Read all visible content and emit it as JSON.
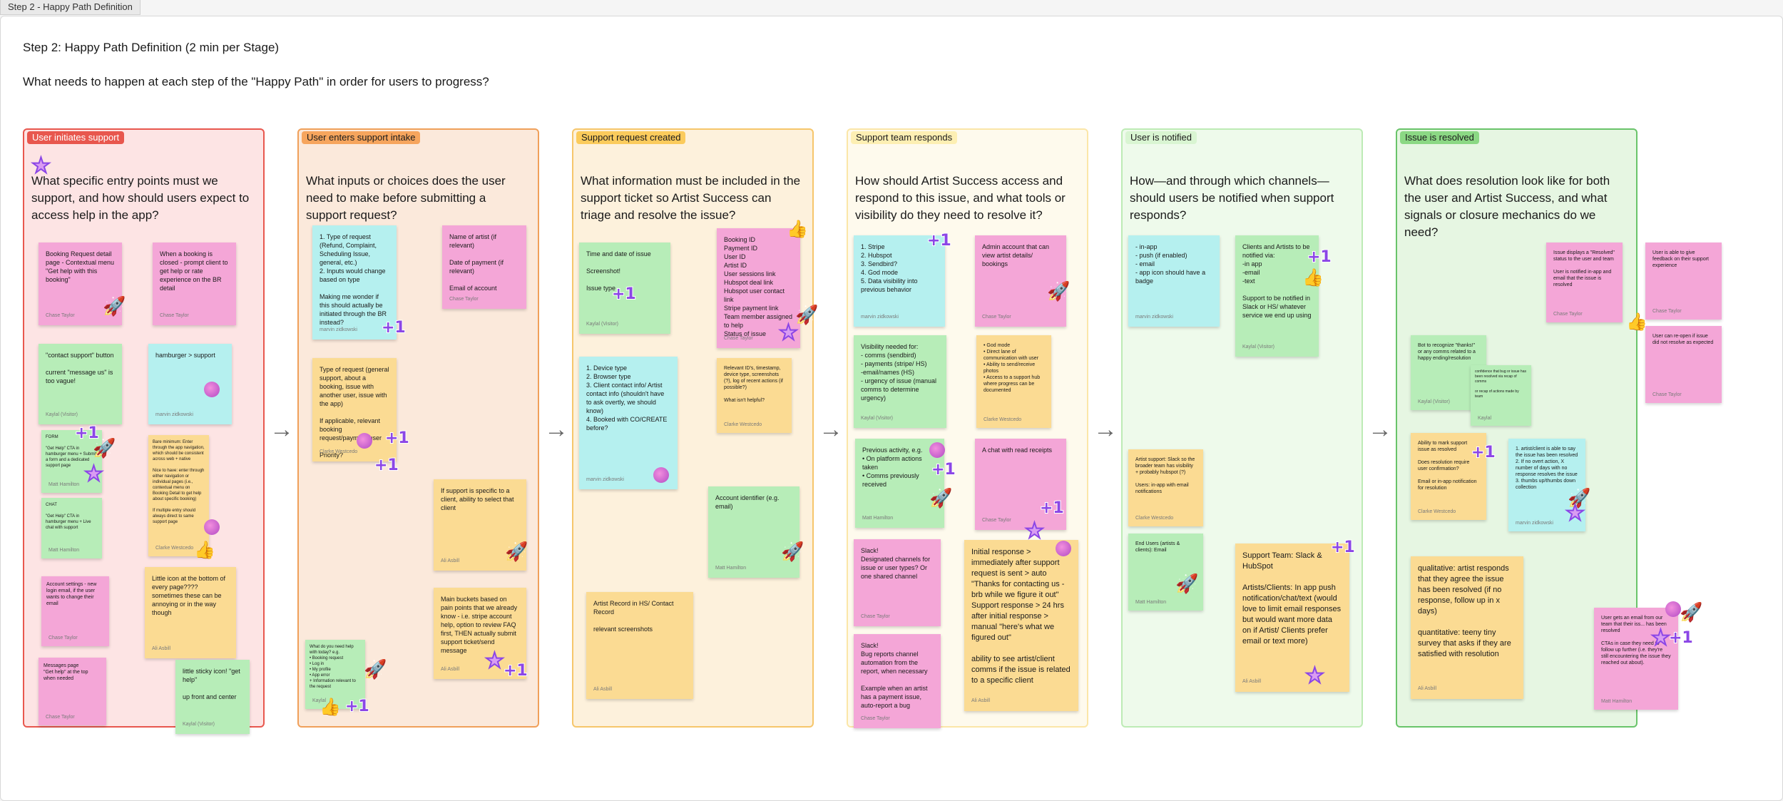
{
  "frame_tab": "Step 2 - Happy Path Definition",
  "title": "Step 2: Happy Path Definition (2 min per Stage)",
  "subtitle": "What needs to happen at each step of the \"Happy Path\" in order for users to progress?",
  "arrow_glyph": "→",
  "reaction_glyphs": {
    "plus": "+1",
    "star": "★",
    "thumb": "👍",
    "rocket": "🚀"
  },
  "colors": {
    "sticky_pink": "#f4a6d7",
    "sticky_green": "#b7edb8",
    "sticky_cyan": "#b5f0ef",
    "sticky_yellow": "#fbdb93"
  },
  "sections": [
    {
      "label": "User initiates support",
      "question": "What specific entry points must we support, and how should users expect to access help in the app?",
      "bg": "#fde4e4",
      "border": "#e8574e",
      "label_bg": "#e8574e",
      "label_color": "#ffffff"
    },
    {
      "label": "User enters support intake",
      "question": "What inputs or choices does the user need to make before submitting a support request?",
      "bg": "#fbe9db",
      "border": "#f0a05a",
      "label_bg": "#f6a55d",
      "label_color": "#1a1a1a"
    },
    {
      "label": "Support request created",
      "question": "What information must be included in the support ticket so Artist Success can triage and resolve the issue?",
      "bg": "#fdf1dc",
      "border": "#f6c66b",
      "label_bg": "#fbcb5c",
      "label_color": "#1a1a1a"
    },
    {
      "label": "Support team responds",
      "question": "How should Artist Success access and respond to this issue, and what tools or visibility do they need to resolve it?",
      "bg": "#fefaed",
      "border": "#fbe6a8",
      "label_bg": "#fdefb3",
      "label_color": "#1a1a1a"
    },
    {
      "label": "User is notified",
      "question": "How—and through which channels—should users be notified when support responds?",
      "bg": "#eefaeb",
      "border": "#bdebb5",
      "label_bg": "#d9f5d2",
      "label_color": "#1a1a1a"
    },
    {
      "label": "Issue is resolved",
      "question": "What does resolution look like for both the user and Artist Success, and what signals or closure mechanics do we need?",
      "bg": "#e6f6e2",
      "border": "#69c46a",
      "label_bg": "#8bd884",
      "label_color": "#1a1a1a"
    }
  ],
  "stickies": [
    {
      "text": "Booking Request detail page - Contextual menu \"Get help with this booking\"",
      "author": "Chase Taylor"
    },
    {
      "text": "When a booking is closed - prompt client to get help or rate experience on the BR detail",
      "author": "Chase Taylor"
    },
    {
      "text": "\"contact support\" button\n\ncurrent \"message us\" is too vague!",
      "author": "Kaylal (Visitor)"
    },
    {
      "text": "hamburger > support",
      "author": "marvin zidkowski"
    },
    {
      "text": "FORM\n\n\"Get Help\" CTA in hamburger menu + Submit a form and a dedicated support page",
      "author": "Matt Hamilton"
    },
    {
      "text": "Bare minimum: Enter through the app navigation, which should be consistent across web + native\n\nNice to have: enter through either navigation or individual pages (i.e., contextual menu on Booking Detail to get help about specific booking)\n\nIf multiple entry should always direct to same support page",
      "author": "Clarke Westcedo"
    },
    {
      "text": "CHAT\n\n\"Get Help\" CTA in hamburger menu + Live chat with support",
      "author": "Matt Hamilton"
    },
    {
      "text": "Account settings - new login email, if the user wants to change their email",
      "author": "Chase Taylor"
    },
    {
      "text": "Little icon at the bottom of every page???? sometimes these can be annoying or in the way though",
      "author": "Ali Asbill"
    },
    {
      "text": "Messages page\n\"Get help\" at the top when needed",
      "author": "Chase Taylor"
    },
    {
      "text": "little sticky icon! \"get help\"\n\nup front and center",
      "author": "Kaylal (Visitor)"
    },
    {
      "text": "1. Type of request (Refund, Complaint, Scheduling Issue, general, etc.)\n2. Inputs would change based on type\n\nMaking me wonder if this should actually be initiated through the BR instead?",
      "author": "marvin zidkowski"
    },
    {
      "text": "Name of artist (if relevant)\n\nDate of payment (if relevant)\n\nEmail of account",
      "author": "Chase Taylor"
    },
    {
      "text": "Type of request (general support, about a booking, issue with another user, issue with the app)\n\nIf applicable, relevant booking request/payment/user\n\nPriority?",
      "author": "Clarke Westcedo"
    },
    {
      "text": "If support is specific to a client, ability to select that client",
      "author": "Ali Asbill"
    },
    {
      "text": "Main buckets based on pain points that we already know - i.e. stripe account help, option to review FAQ first, THEN actually submit support ticket/send message",
      "author": "Ali Asbill"
    },
    {
      "text": "What do you need help with today? e.g.\n• Booking request\n• Log in\n• My profile\n• App error\n+ Information relevant to the request",
      "author": "Kaylal"
    },
    {
      "text": "Time and date of issue\n\nScreenshot!\n\nIssue type",
      "author": "Kaylal (Visitor)"
    },
    {
      "text": "Booking ID\nPayment ID\nUser ID\nArtist ID\nUser sessions link\nHubspot deal link\nHubspot user contact link\nStripe payment link\nTeam member assigned to help\nStatus of issue",
      "author": "Chase Taylor"
    },
    {
      "text": "1. Device type\n2. Browser type\n3. Client contact info/ Artist contact info (shouldn't have to ask overtly, we should know)\n4. Booked with CO/CREATE before?",
      "author": "marvin zidkowski"
    },
    {
      "text": "Relevant ID's, timestamp, device type, screenshots (?), log of recent actions (if possible?)\n\nWhat isn't helpful?",
      "author": "Clarke Westcedo"
    },
    {
      "text": "Account identifier (e.g. email)",
      "author": "Matt Hamilton"
    },
    {
      "text": "Artist Record in HS/ Contact Record\n\nrelevant screenshots",
      "author": "Ali Asbill"
    },
    {
      "text": "1. Stripe\n2. Hubspot\n3. Sendbird?\n4. God mode\n5. Data visibility into previous behavior",
      "author": "marvin zidkowski"
    },
    {
      "text": "Admin account that can view artist details/ bookings",
      "author": "Chase Taylor"
    },
    {
      "text": "Visibility needed for:\n- comms (sendbird)\n- payments (stripe/ HS)\n-email/names (HS)\n- urgency of issue (manual comms to determine urgency)",
      "author": "Kaylal (Visitor)"
    },
    {
      "text": "• God mode\n• Direct lane of communication with user\n• Ability to send/receive photos\n• Access to a support hub where progress can be documented",
      "author": "Clarke Westcedo"
    },
    {
      "text": "Previous activity, e.g.\n• On platform actions taken\n• Comms previously received",
      "author": "Matt Hamilton"
    },
    {
      "text": "A chat with read receipts",
      "author": "Chase Taylor"
    },
    {
      "text": "Slack!\nDesignated channels for issue or user types? Or one shared channel",
      "author": "Chase Taylor"
    },
    {
      "text": "Initial response > immediately after support request is sent > auto \"Thanks for contacting us - brb while we figure it out\"\nSupport response > 24 hrs after initial response > manual \"here's what we figured out\"\n\nability to see artist/client comms if the issue is related to a specific client",
      "author": "Ali Asbill"
    },
    {
      "text": "Slack!\nBug reports channel automation from the report, when necessary\n\nExample when an artist has a payment issue, auto-report a bug",
      "author": "Chase Taylor"
    },
    {
      "text": "- in-app\n- push (if enabled)\n- email\n- app icon should have a badge",
      "author": "marvin zidkowski"
    },
    {
      "text": "Clients and Artists to be notified via:\n-in app\n-email\n-text\n\nSupport to be notified in Slack or HS/ whatever service we end up using",
      "author": "Kaylal (Visitor)"
    },
    {
      "text": "Artist support: Slack so the broader team has visibility + probably hubspot (?)\n\nUsers: in-app with email notifications",
      "author": "Clarke Westcedo"
    },
    {
      "text": "End Users (artists & clients): Email",
      "author": "Matt Hamilton"
    },
    {
      "text": "Support Team: Slack & HubSpot\n\nArtists/Clients: In app push notification/chat/text (would love to limit email responses but would want more data on if Artist/ Clients prefer email or text more)",
      "author": "Ali Asbill"
    },
    {
      "text": "Issue displays a \"Resolved\" status to the user and team\n\nUser is notified in-app and email that the issue is resolved",
      "author": "Chase Taylor"
    },
    {
      "text": "User is able to give feedback on their support experience",
      "author": "Chase Taylor"
    },
    {
      "text": "Bot to recognize \"thanks!\" or any comms related to a happy ending/resolution",
      "author": "Kaylal (Visitor)"
    },
    {
      "text": "confidence that bug or issue has been resolved via recap of comms\n\nor recap of actions made by team",
      "author": "Kaylal"
    },
    {
      "text": "User can re-open if issue did not resolve as expected",
      "author": "Chase Taylor"
    },
    {
      "text": "Ability to mark support issue as resolved\n\nDoes resolution require user confirmation?\n\nEmail or in-app notification for resolution",
      "author": "Clarke Westcedo"
    },
    {
      "text": "1. artist/client is able to say the issue has been resolved\n2. If no overt action, X number of days with no response resolves the issue\n3. thumbs up/thumbs down collection",
      "author": "marvin zidkowski"
    },
    {
      "text": "qualitative: artist responds that they agree the issue has been resolved (if no response, follow up in x days)\n\nquantitative: teeny tiny survey that asks if they are satisfied with resolution",
      "author": "Ali Asbill"
    },
    {
      "text": "User gets an email from our team that their iss... has been resolved\n\nCTAs in case they need to follow up further (i.e. they're still encountering the issue they reached out about).",
      "author": "Matt Hamilton"
    }
  ]
}
